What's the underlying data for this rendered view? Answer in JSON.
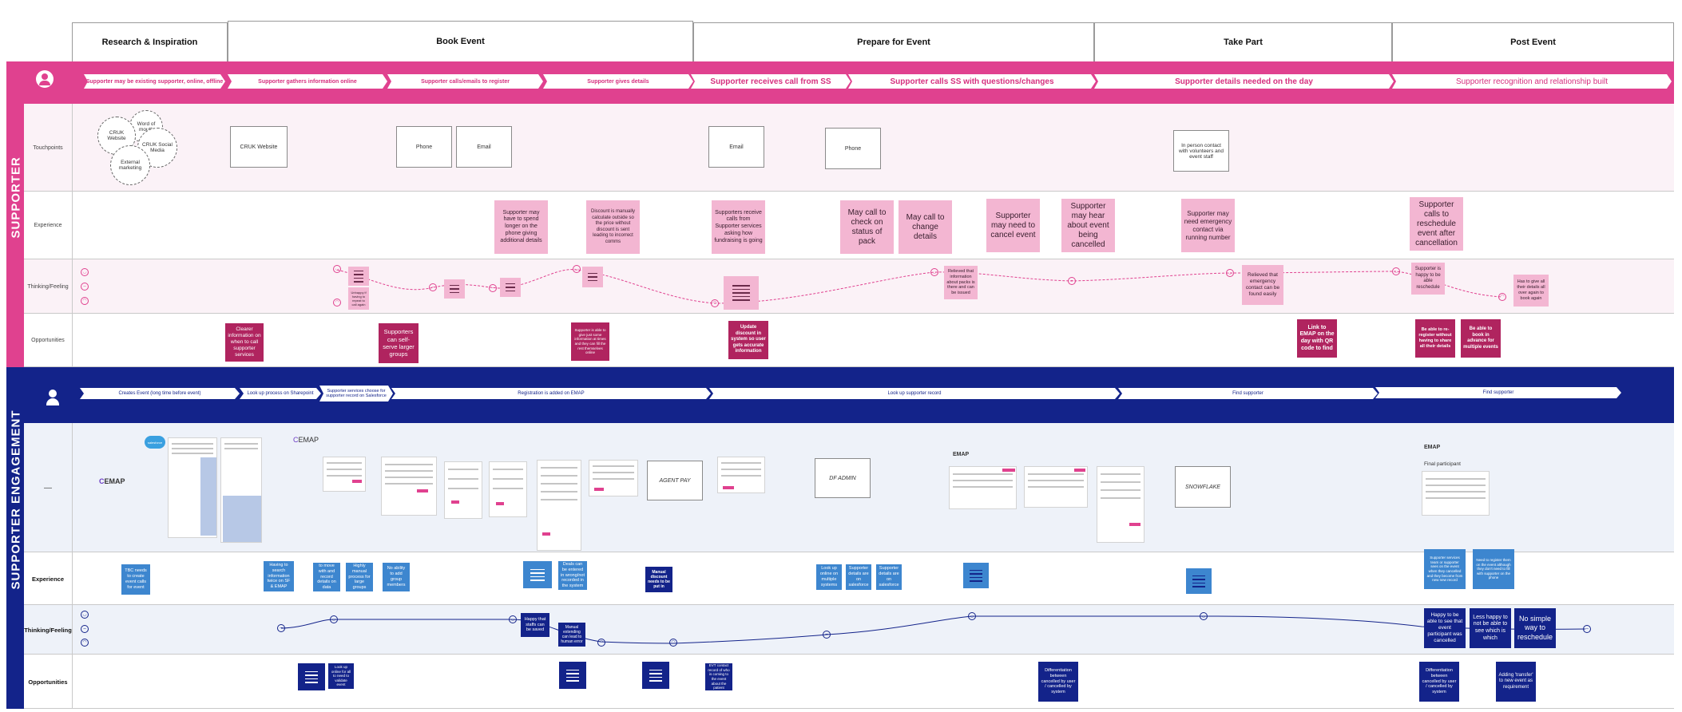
{
  "phases": [
    "Research & Inspiration",
    "Book Event",
    "Prepare for Event",
    "Take Part",
    "Post Event"
  ],
  "bands": {
    "supporter": "SUPPORTER",
    "engagement": "SUPPORTER ENGAGEMENT"
  },
  "row_labels": {
    "touchpoints": "Touchpoints",
    "experience": "Experience",
    "thinking": "Thinking/Feeling",
    "opportunities": "Opportunities",
    "eng_experience": "Experience",
    "eng_thinking": "Thinking/Feeling",
    "eng_opportunities": "Opportunities",
    "eng_systems": "—"
  },
  "supporter_steps": [
    "Supporter may be existing supporter, online, offline",
    "Supporter gathers information online",
    "Supporter calls/emails to register",
    "Supporter gives details",
    "Supporter receives call from SS",
    "Supporter calls SS with questions/changes",
    "Supporter details needed on the day",
    "Supporter recognition and relationship built"
  ],
  "touchpoints": {
    "circles": [
      "Word of mouth",
      "CRUK Website",
      "CRUK Social Media",
      "External marketing"
    ],
    "boxes": [
      "CRUK Website",
      "Phone",
      "Email",
      "Email",
      "Phone",
      "In person contact with volunteers and event staff"
    ]
  },
  "experience_notes": [
    "Supporter may have to spend longer on the phone giving additional details",
    "Discount is manually calculate outside so the price without discount is sent leading to incorrect comms",
    "Supporters receive calls from Supporter services asking how fundraising is going",
    "May call to check on status of pack",
    "May call to change details",
    "Supporter may need to cancel event",
    "Supporter may hear about event being cancelled",
    "Supporter may need emergency contact via running number",
    "Supporter calls to reschedule event after cancellation"
  ],
  "thinking_notes": [
    "Unhappy if having to repeat to call again",
    "Relieved that information about packs is there and can be issued",
    "Relieved that emergency contact can be found easily",
    "Supporter is happy to be able reschedule",
    "Has to give all their details all over again to book again"
  ],
  "opportunity_notes": [
    "Clearer information on when to call supporter services",
    "Supporters can self-serve larger groups",
    "Supporter is able to give just some information at times and they can fill the rest themselves online",
    "Update discount in system so user gets accurate information",
    "Link to EMAP on the day with QR code to find",
    "Be able to re-register without having to share all their details",
    "Be able to book in advance for multiple events"
  ],
  "engagement_steps": [
    "Creates Event (long time before event)",
    "Look up process on Sharepoint",
    "Supporter services choose for supporter record on Salesforce",
    "Registration is added on EMAP",
    "Look up supporter record",
    "Find supporter",
    "Find supporter"
  ],
  "systems": {
    "emap_labels": [
      "EMAP",
      "EMAP",
      "EMAP",
      "EMAP"
    ],
    "salesforce": "salesforce",
    "boxes": [
      "AGENT PAY",
      "DF ADMIN",
      "SNOWFLAKE"
    ],
    "final_participant": "Final participant"
  },
  "eng_experience_notes": [
    "TBC needs to create event calls for event",
    "Having to search information twice on SF & EMAP",
    "SS needs to move with and record details on data source",
    "Highly manual process for large groups",
    "No ability to add group members",
    "Deals can be entered in wrong/not recorded in the system",
    "Manual discount needs to be put in",
    "Look up online on multiple systems",
    "Supporter details are on salesforce",
    "Supporter details are on salesforce",
    "Supporter services team or supporter sees on the event when they cancelled and they become from new new record",
    "Need to register them on the event although they don't need to fill with supporter on the phone"
  ],
  "eng_thinking_notes": [
    "Happy that staffs can be saved",
    "Manual extending can lead to human error",
    "Happy to be able to see that event participant was cancelled",
    "Less happy to not be able to see which is which",
    "No simple way to reschedule"
  ],
  "eng_opportunity_notes": [
    "Look up online for all to need to validate event",
    "EVT contact record of who is coming to the event about the patient",
    "Differentiation between cancelled by user / cancelled by system",
    "Differentiation between cancelled by user / cancelled by system",
    "Adding 'transfer' to new event as requirement"
  ],
  "colors": {
    "pink_band": "#e0418f",
    "navy_band": "#13238a",
    "pink_note": "#f3b6d2",
    "magenta_note": "#b0245f",
    "blue_note": "#3d86cf"
  }
}
